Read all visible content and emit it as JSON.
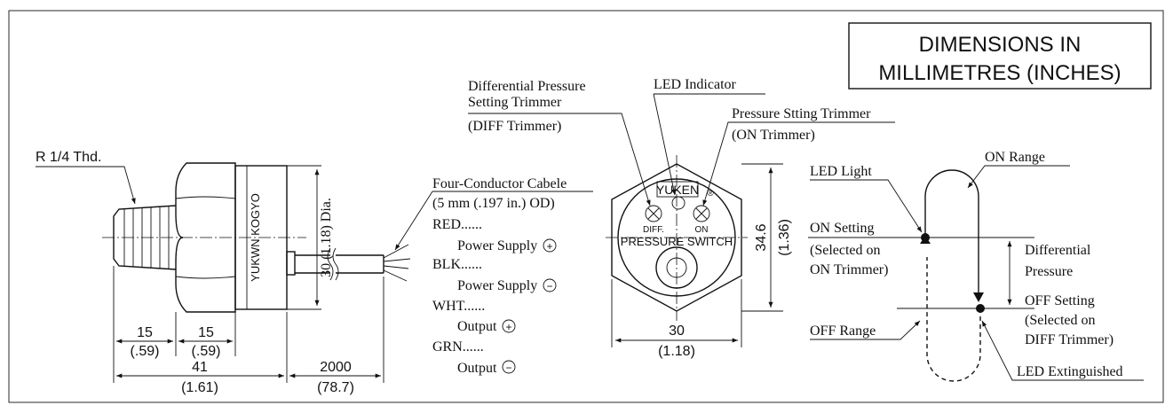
{
  "title_box": {
    "line1": "DIMENSIONS IN",
    "line2": "MILLIMETRES (INCHES)"
  },
  "side_view": {
    "thread_label": "R 1/4 Thd.",
    "body_marking": "YUKWN KOGYO",
    "dia_label": "30 (1.18) Dia.",
    "dim_a": "15",
    "dim_a_in": "(.59)",
    "dim_b": "15",
    "dim_b_in": "(.59)",
    "dim_total": "41",
    "dim_total_in": "(1.61)",
    "dim_cable": "2000",
    "dim_cable_in": "(78.7)"
  },
  "cable": {
    "title": "Four-Conductor Cabele",
    "od": "(5 mm (.197 in.) OD)",
    "wires": [
      {
        "code": "RED......",
        "function": "Power Supply",
        "sign": "+"
      },
      {
        "code": "BLK......",
        "function": "Power Supply",
        "sign": "−"
      },
      {
        "code": "WHT......",
        "function": "Output",
        "sign": "+"
      },
      {
        "code": "GRN......",
        "function": "Output",
        "sign": "−"
      }
    ]
  },
  "front_view": {
    "diff_line1": "Differential Pressure",
    "diff_line2": "Setting Trimmer",
    "diff_line3": "(DIFF Trimmer)",
    "led_label": "LED Indicator",
    "on_line1": "Pressure Stting Trimmer",
    "on_line2": "(ON Trimmer)",
    "brand": "YUKEN",
    "reg_mark": "®",
    "diff_mark": "DIFF.",
    "on_mark": "ON",
    "face_text": "PRESSURE SWITCH",
    "height_mm": "34.6",
    "height_in": "(1.36)",
    "width_mm": "30",
    "width_in": "(1.18)"
  },
  "operation": {
    "led_light": "LED Light",
    "on_range": "ON Range",
    "on_setting": "ON Setting",
    "on_sel_1": "(Selected on",
    "on_sel_2": "ON Trimmer)",
    "differential_1": "Differential",
    "differential_2": "Pressure",
    "off_setting": "OFF Setting",
    "off_sel_1": "(Selected on",
    "off_sel_2": "DIFF Trimmer)",
    "off_range": "OFF Range",
    "led_ext": "LED Extinguished"
  }
}
